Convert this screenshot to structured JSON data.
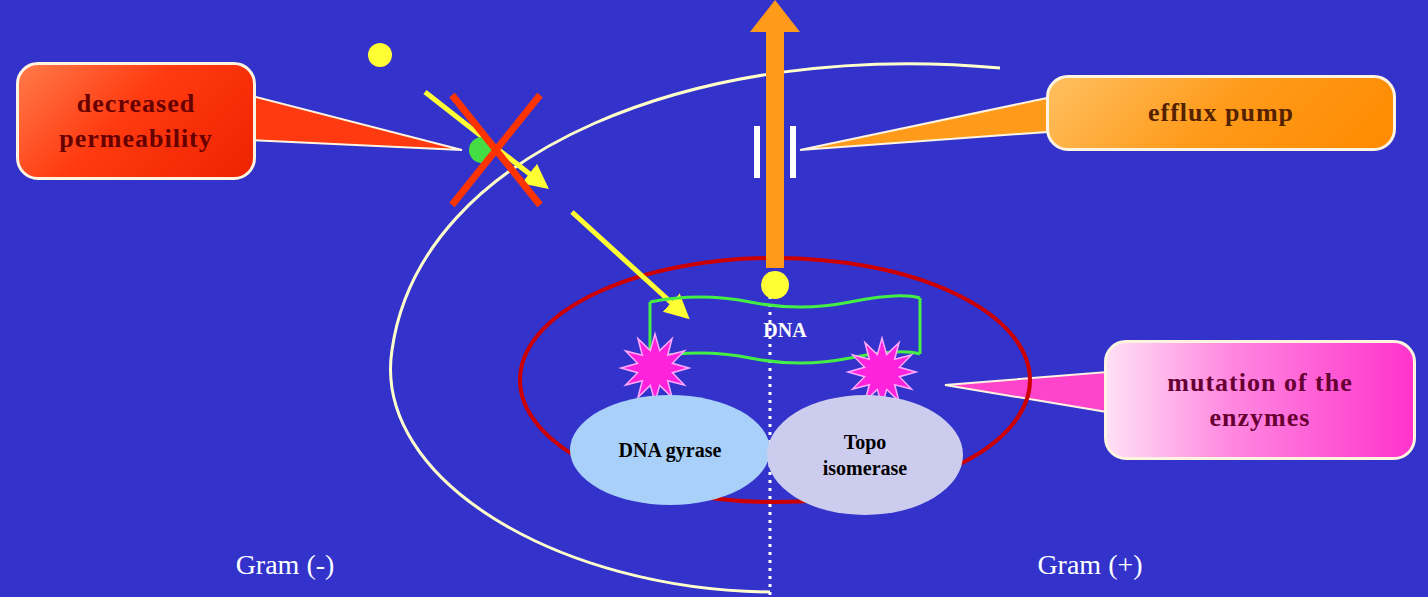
{
  "diagram": {
    "nodes": [
      {
        "text": [
          "decreased permeability"
        ]
      },
      {
        "text": [
          "efflux pump"
        ]
      },
      {
        "text": [
          "mutation of the enzymes"
        ]
      },
      {
        "text": [
          "DNA gyrase"
        ]
      },
      {
        "text": [
          "Topo isomerase"
        ]
      }
    ],
    "labels": [
      "DNA",
      "Gram (-)",
      "Gram (+)"
    ]
  }
}
